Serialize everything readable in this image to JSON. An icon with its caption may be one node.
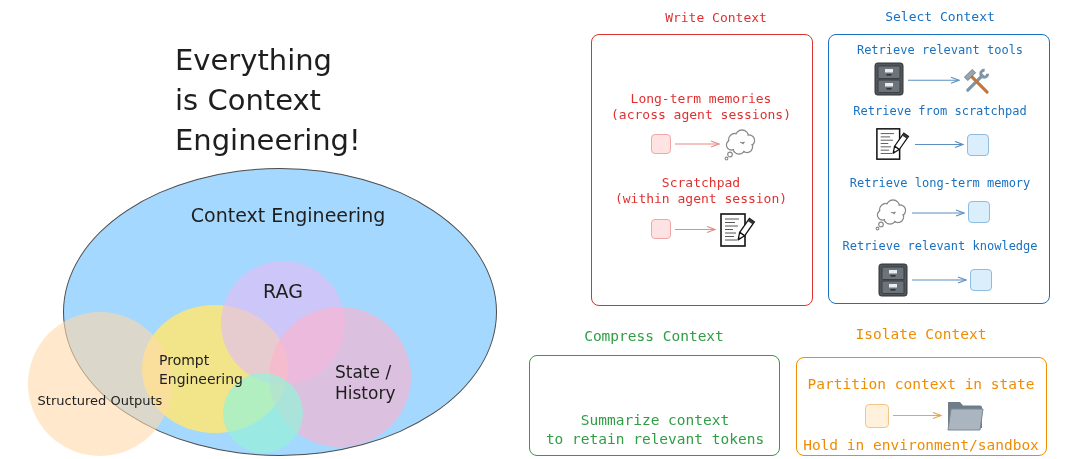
{
  "diagram": {
    "title": "Everything is Context Engineering!",
    "nodes": [
      {
        "text": [
          "Context Engineering"
        ]
      },
      {
        "text": [
          "RAG"
        ],
        "in": 0
      },
      {
        "text": [
          "Prompt Engineering"
        ],
        "in": 0
      },
      {
        "text": [
          "State / History"
        ],
        "in": 0
      },
      {
        "text": [],
        "shape": "circle",
        "in": 0
      },
      {
        "text": [
          "Structured Outputs"
        ]
      },
      {
        "text": [
          "Write Context",
          "Long-term memories (across agent sessions)",
          "Scratchpad (within agent session)"
        ]
      },
      {
        "text": [],
        "shape": "box",
        "in": 6
      },
      {
        "text": [],
        "shape": "cloud",
        "in": 6
      },
      {
        "text": [],
        "shape": "box",
        "in": 6
      },
      {
        "text": [],
        "shape": "picture",
        "in": 6
      },
      {
        "text": [
          "Select Context",
          "Retrieve relevant tools",
          "Retrieve from scratchpad",
          "Retrieve long-term memory",
          "Retrieve relevant knowledge"
        ]
      },
      {
        "text": [],
        "shape": "picture",
        "in": 11
      },
      {
        "text": [],
        "shape": "picture",
        "in": 11
      },
      {
        "text": [],
        "shape": "picture",
        "in": 11
      },
      {
        "text": [],
        "shape": "box",
        "in": 11
      },
      {
        "text": [],
        "shape": "cloud",
        "in": 11
      },
      {
        "text": [],
        "shape": "box",
        "in": 11
      },
      {
        "text": [],
        "shape": "picture",
        "in": 11
      },
      {
        "text": [],
        "shape": "box",
        "in": 11
      },
      {
        "text": [
          "Compress Context",
          "Summarize context to retain relevant tokens"
        ]
      },
      {
        "text": [
          "Isolate Context",
          "Partition context in state",
          "Hold in environment/sandbox"
        ]
      },
      {
        "text": [],
        "shape": "box",
        "in": 21
      },
      {
        "text": [],
        "shape": "picture",
        "in": 21
      }
    ],
    "edges": [
      {
        "from": 7,
        "to": 8,
        "arrow": "to",
        "color": "#e88a8a"
      },
      {
        "from": 9,
        "to": 10,
        "arrow": "to",
        "color": "#e88a8a"
      },
      {
        "from": 12,
        "to": 13,
        "arrow": "to"
      },
      {
        "from": 14,
        "to": 15,
        "arrow": "to"
      },
      {
        "from": 16,
        "to": 17,
        "arrow": "to"
      },
      {
        "from": 18,
        "to": 19,
        "arrow": "to"
      },
      {
        "from": 22,
        "to": 23,
        "arrow": "to",
        "color": "#f0a540"
      }
    ]
  }
}
